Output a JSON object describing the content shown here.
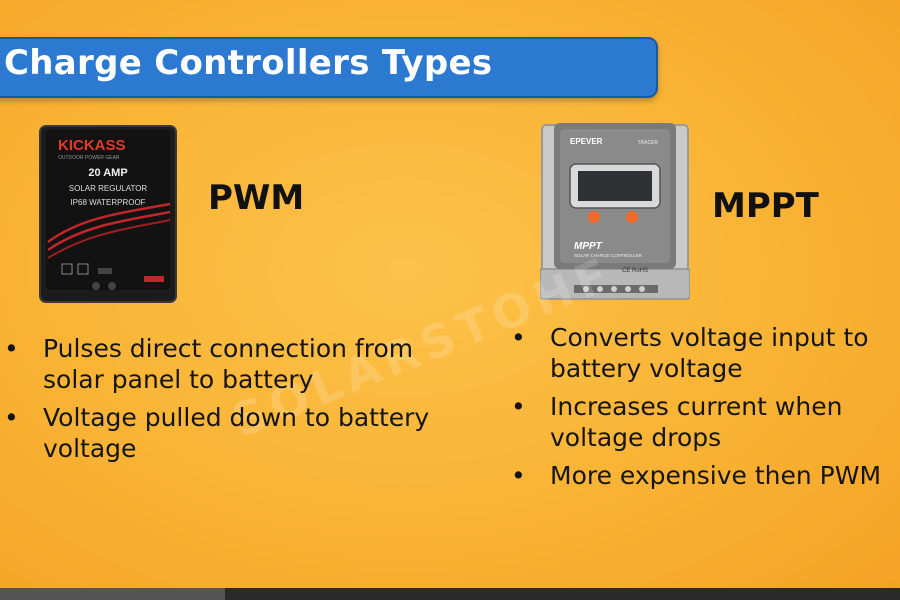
{
  "slide": {
    "title": "Charge Controllers Types",
    "watermark": "SOLARSTOHF"
  },
  "pwm": {
    "label": "PWM",
    "device": {
      "brand": "KICKASS",
      "brand_sub": "OUTDOOR POWER GEAR",
      "rating": "20 AMP",
      "line1": "SOLAR REGULATOR",
      "line2": "IP68 WATERPROOF"
    },
    "bullets": [
      "Pulses direct connection from solar panel to battery",
      "Voltage pulled down to battery voltage"
    ]
  },
  "mppt": {
    "label": "MPPT",
    "device": {
      "brand": "EPEVER",
      "model": "TRACER",
      "panel_text": "MPPT",
      "panel_sub": "SOLAR CHARGE CONTROLLER",
      "cert": "CE RoHS"
    },
    "bullets": [
      "Converts voltage input to battery voltage",
      "Increases current when voltage drops",
      "More expensive then PWM"
    ]
  },
  "bullet_symbol": "•",
  "colors": {
    "background": "#f9b334",
    "title_bar": "#2b79d1",
    "title_text": "#ffffff",
    "text": "#151515"
  }
}
